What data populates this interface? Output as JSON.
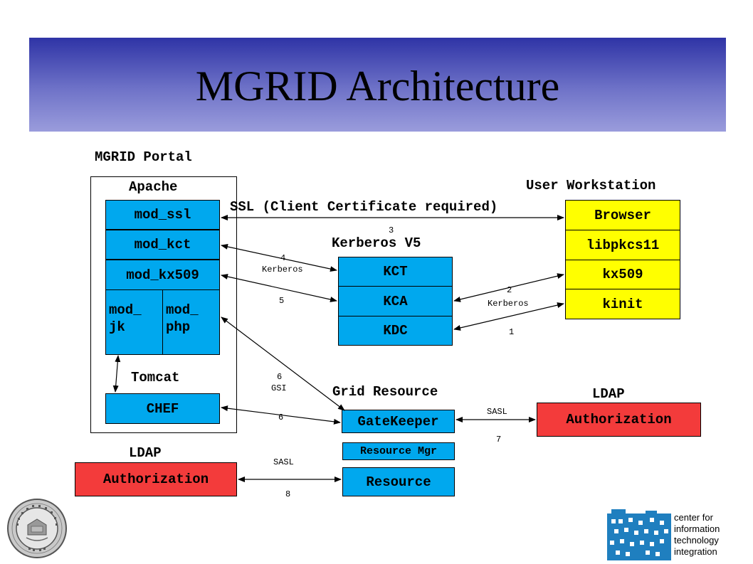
{
  "title": "MGRID Architecture",
  "portal": {
    "label": "MGRID Portal",
    "apache_label": "Apache",
    "tomcat_label": "Tomcat",
    "modules": {
      "mod_ssl": "mod_ssl",
      "mod_kct": "mod_kct",
      "mod_kx509": "mod_kx509",
      "mod_jk_line1": "mod_",
      "mod_jk_line2": "jk",
      "mod_php_line1": "mod_",
      "mod_php_line2": "php",
      "chef": "CHEF"
    }
  },
  "ssl_label": "SSL (Client Certificate required)",
  "workstation": {
    "label": "User Workstation",
    "items": [
      "Browser",
      "libpkcs11",
      "kx509",
      "kinit"
    ]
  },
  "kerberos": {
    "label": "Kerberos V5",
    "items": [
      "KCT",
      "KCA",
      "KDC"
    ]
  },
  "grid": {
    "label": "Grid Resource",
    "gatekeeper": "GateKeeper",
    "resource_mgr": "Resource Mgr",
    "resource": "Resource"
  },
  "ldap_right": {
    "label": "LDAP",
    "box": "Authorization"
  },
  "ldap_left": {
    "label": "LDAP",
    "box": "Authorization"
  },
  "edges": {
    "e3": "3",
    "e4_num": "4",
    "e4_text": "Kerberos",
    "e5": "5",
    "e2_num": "2",
    "e2_text": "Kerberos",
    "e1": "1",
    "e6a_num": "6",
    "e6a_text": "GSI",
    "e6b": "6",
    "e7_text": "SASL",
    "e7_num": "7",
    "e8_text": "SASL",
    "e8_num": "8"
  },
  "logos": {
    "seal_text": "THE UNIVERSITY OF MICHIGAN 1817",
    "citi_line1": "center for",
    "citi_line2": "information",
    "citi_line3": "technology",
    "citi_line4": "integration"
  },
  "colors": {
    "banner": "#2f34a6",
    "module": "#00a8ee",
    "workstation": "#ffff00",
    "ldap": "#f33b3b"
  }
}
